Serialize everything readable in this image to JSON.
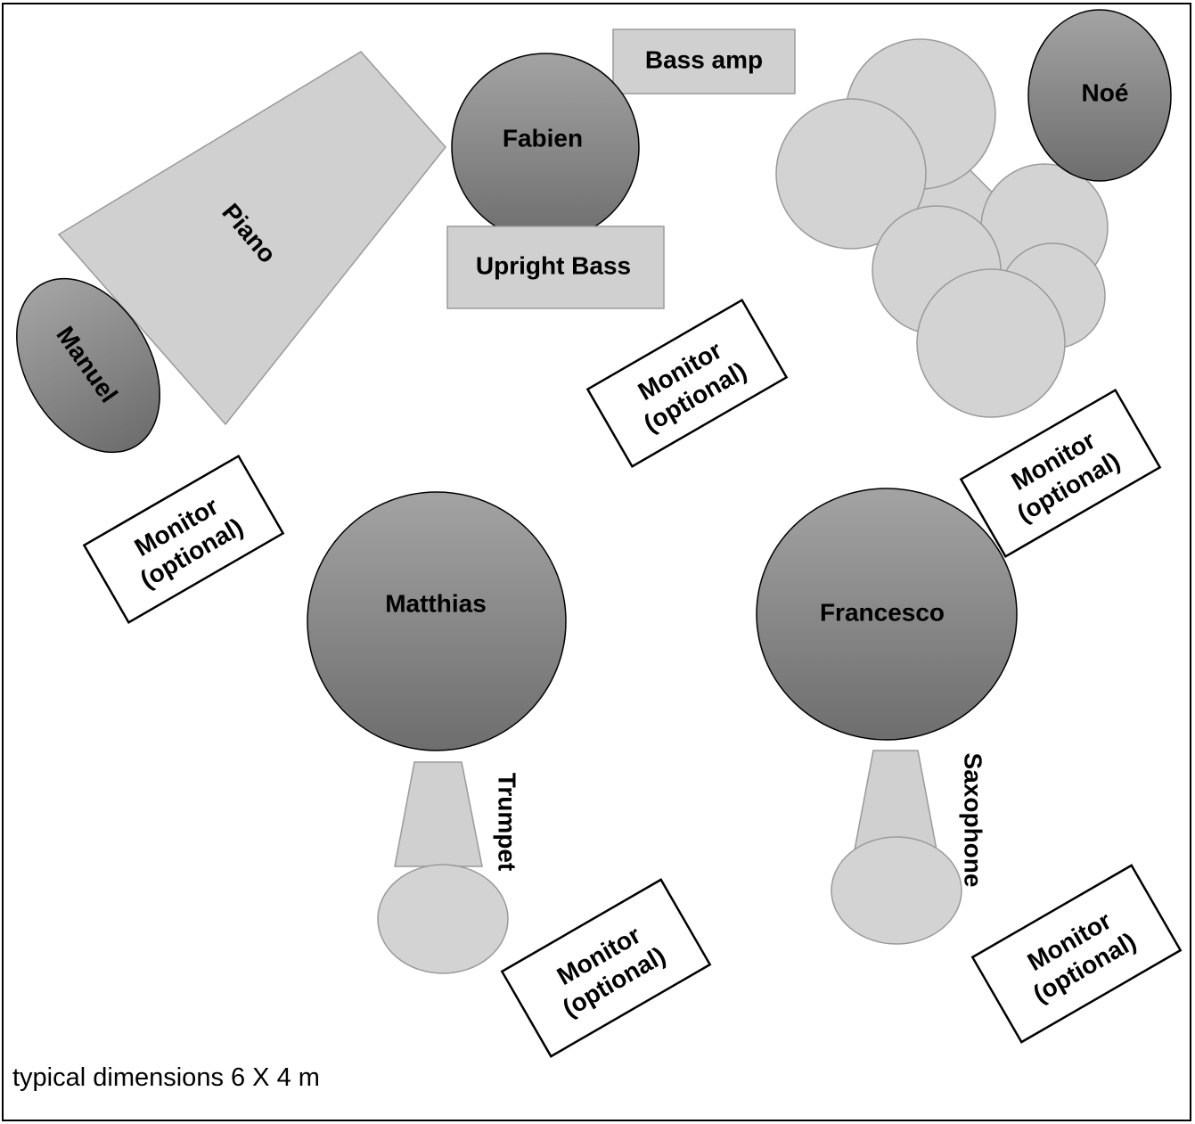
{
  "people": {
    "fabien": "Fabien",
    "noe": "Noé",
    "manuel": "Manuel",
    "matthias": "Matthias",
    "francesco": "Francesco"
  },
  "instruments": {
    "bass_amp": "Bass amp",
    "upright_bass": "Upright Bass",
    "piano": "Piano",
    "trumpet": "Trumpet",
    "saxophone": "Saxophone"
  },
  "monitor": {
    "line1": "Monitor",
    "line2": "(optional)"
  },
  "footnote": "typical dimensions 6 X 4 m",
  "colors": {
    "person_fill_top": "#9e9e9e",
    "person_fill_bottom": "#6f6f6f",
    "instrument_fill": "#d0d0d0",
    "drum_fill": "#d3d3d3",
    "outline": "#000000",
    "light_outline": "#9a9a9a"
  }
}
